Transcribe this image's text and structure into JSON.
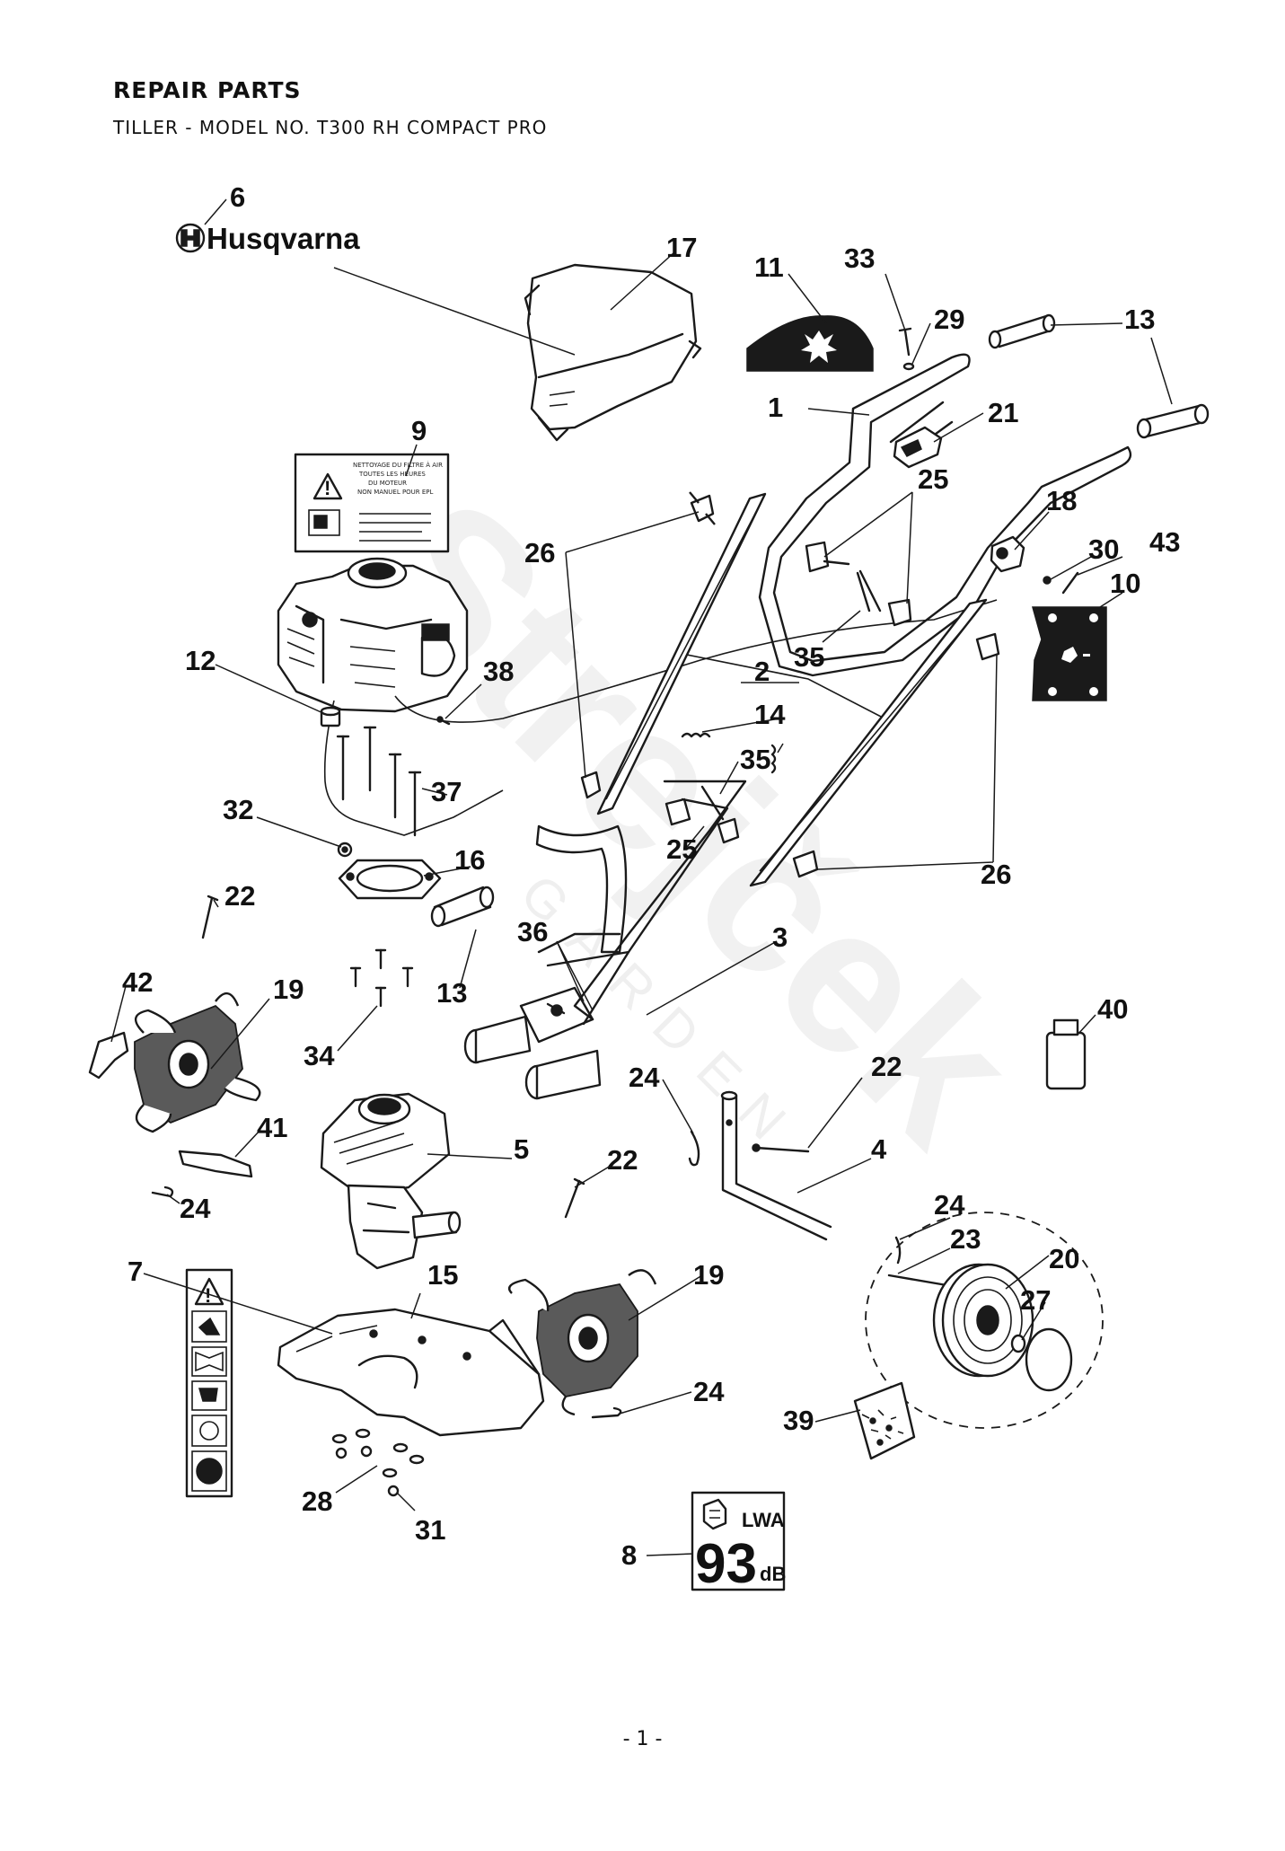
{
  "header": {
    "title": "REPAIR PARTS",
    "subtitle": "TILLER - MODEL NO. T300 RH COMPACT PRO"
  },
  "brand": {
    "logo_text": "Husqvarna"
  },
  "watermark": {
    "text": "Strejček",
    "subtext": "GARDEN"
  },
  "noise_label": {
    "unit": "LWA",
    "value": "93",
    "suffix": "dB"
  },
  "decal_text": {
    "line1": "NETTOYAGE DU FILTRE À AIR",
    "line2": "TOUTES LES HEURES",
    "line3": "DU MOTEUR",
    "line4": "NON MANUEL POUR EPL"
  },
  "callouts": {
    "c1": "1",
    "c2": "2",
    "c3": "3",
    "c4": "4",
    "c5": "5",
    "c6": "6",
    "c7": "7",
    "c8": "8",
    "c9": "9",
    "c10": "10",
    "c11": "11",
    "c12": "12",
    "c13a": "13",
    "c13b": "13",
    "c14": "14",
    "c15": "15",
    "c16": "16",
    "c17": "17",
    "c18": "18",
    "c19a": "19",
    "c19b": "19",
    "c20": "20",
    "c21": "21",
    "c22a": "22",
    "c22b": "22",
    "c22c": "22",
    "c23": "23",
    "c24a": "24",
    "c24b": "24",
    "c24c": "24",
    "c24d": "24",
    "c25a": "25",
    "c25b": "25",
    "c26a": "26",
    "c26b": "26",
    "c27": "27",
    "c28": "28",
    "c29": "29",
    "c30": "30",
    "c31": "31",
    "c32": "32",
    "c33": "33",
    "c34": "34",
    "c35a": "35",
    "c35b": "35",
    "c36": "36",
    "c37": "37",
    "c38": "38",
    "c39": "39",
    "c40": "40",
    "c41": "41",
    "c42": "42",
    "c43": "43"
  },
  "footer": {
    "page_number": "- 1 -"
  }
}
